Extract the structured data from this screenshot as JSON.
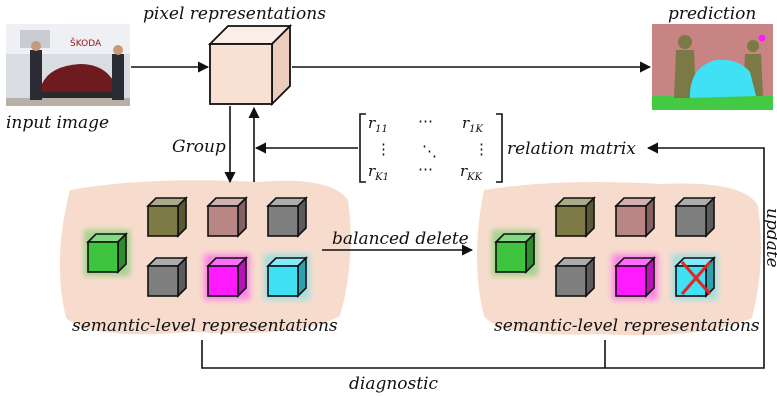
{
  "labels": {
    "input_image": "input image",
    "pixel_representations": "pixel representations",
    "prediction": "prediction",
    "group": "Group",
    "relation_matrix": "relation matrix",
    "balanced_delete": "balanced delete",
    "semantic_left": "semantic-level representations",
    "semantic_right": "semantic-level representations",
    "diagnostic": "diagnostic",
    "update": "update"
  },
  "matrix": {
    "r11": "r",
    "r11_sub": "11",
    "r1K": "r",
    "r1K_sub": "1K",
    "rK1": "r",
    "rK1_sub": "K1",
    "rKK": "r",
    "rKK_sub": "KK",
    "hdots": "⋯",
    "vdots": "⋮",
    "ddots": "⋱"
  },
  "cube_colors": {
    "pixel": "#f8e0d2",
    "green": "#3ec43e",
    "olive": "#7d7a45",
    "rose": "#b98585",
    "gray": "#7f7f7f",
    "magenta": "#ff1aff",
    "cyan": "#40e0f5"
  },
  "blob_color": "#f7dccd",
  "delete_mark_color": "#e8231e"
}
